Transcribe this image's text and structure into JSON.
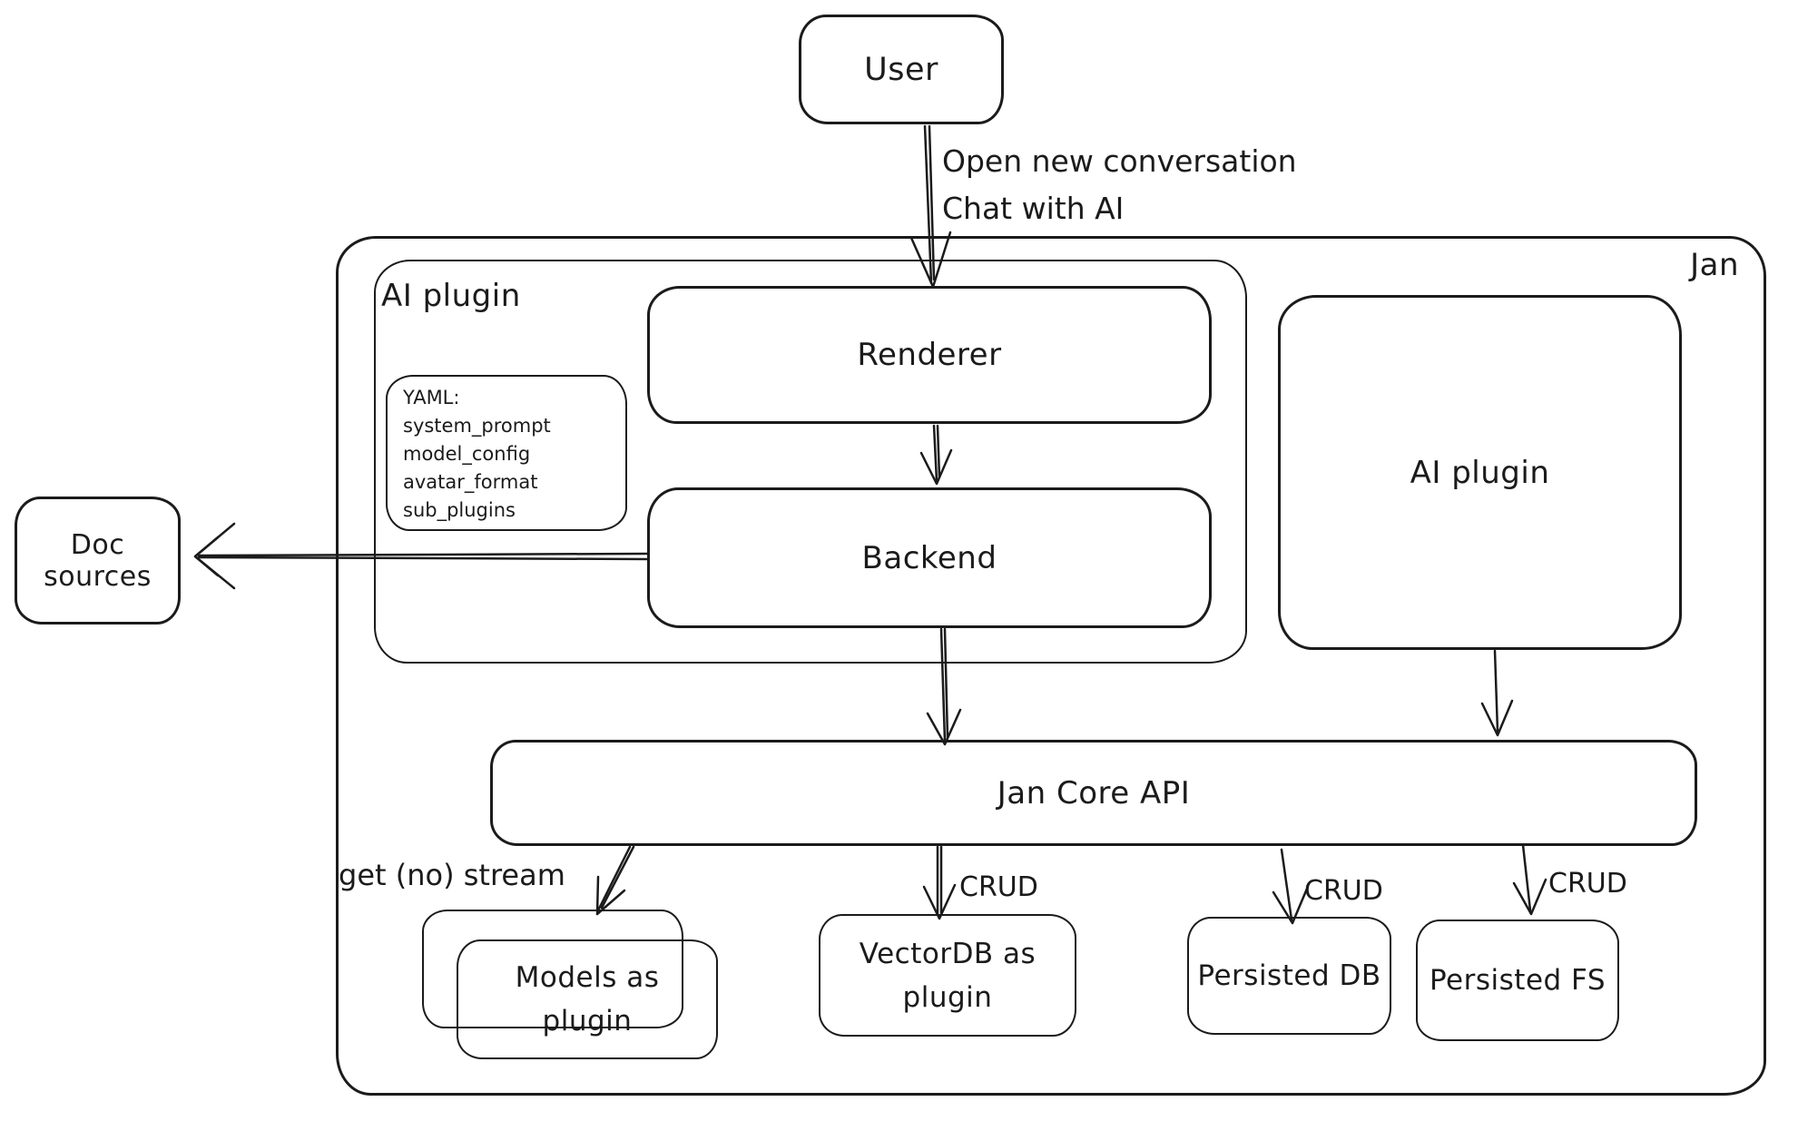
{
  "nodes": {
    "user": "User",
    "jan": "Jan",
    "ai_plugin_container": "AI plugin",
    "renderer": "Renderer",
    "backend": "Backend",
    "ai_plugin_right": "AI plugin",
    "doc_sources": "Doc sources",
    "jan_core_api": "Jan Core API",
    "models_as_plugin": "Models as plugin",
    "vectordb_as_plugin": "VectorDB as plugin",
    "persisted_db": "Persisted DB",
    "persisted_fs": "Persisted FS"
  },
  "yaml_note": {
    "lines": [
      "YAML:",
      "system_prompt",
      "model_config",
      "avatar_format",
      "sub_plugins"
    ]
  },
  "edge_labels": {
    "user_to_renderer_1": "Open new conversation",
    "user_to_renderer_2": "Chat with AI",
    "jan_core_to_models": "get (no) stream",
    "jan_core_to_vectordb": "CRUD",
    "jan_core_to_persisted_db": "CRUD",
    "jan_core_to_persisted_fs": "CRUD"
  },
  "colors": {
    "stroke": "#1b1b1b",
    "background": "#ffffff"
  }
}
